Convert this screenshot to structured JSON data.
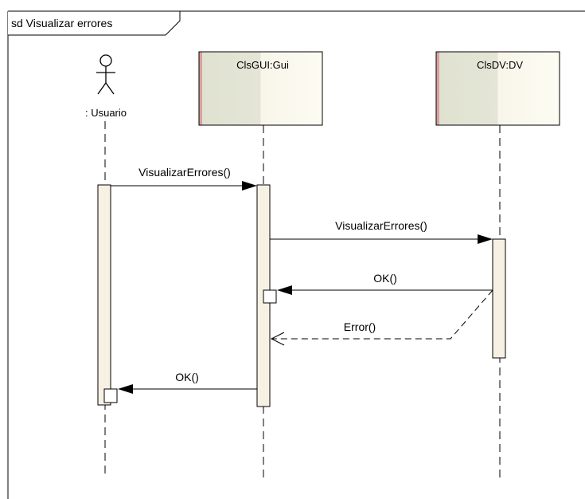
{
  "frame": {
    "title": "sd Visualizar errores"
  },
  "actor": {
    "name": ": Usuario"
  },
  "objects": [
    {
      "name": "ClsGUI:Gui"
    },
    {
      "name": "ClsDV:DV"
    }
  ],
  "messages": [
    {
      "label": "VisualizarErrores()",
      "from": ": Usuario",
      "to": "ClsGUI:Gui",
      "kind": "call"
    },
    {
      "label": "VisualizarErrores()",
      "from": "ClsGUI:Gui",
      "to": "ClsDV:DV",
      "kind": "call"
    },
    {
      "label": "OK()",
      "from": "ClsDV:DV",
      "to": "ClsGUI:Gui",
      "kind": "call"
    },
    {
      "label": "Error()",
      "from": "ClsDV:DV",
      "to": "ClsGUI:Gui",
      "kind": "return"
    },
    {
      "label": "OK()",
      "from": "ClsGUI:Gui",
      "to": ": Usuario",
      "kind": "call"
    }
  ],
  "colors": {
    "frame_border": "#000000",
    "object_fill_left": "#e2e4d4",
    "object_fill_right": "#fbfaee",
    "object_accent": "#d9a0a0",
    "activation_fill": "#f7f1e4",
    "line": "#000000"
  }
}
